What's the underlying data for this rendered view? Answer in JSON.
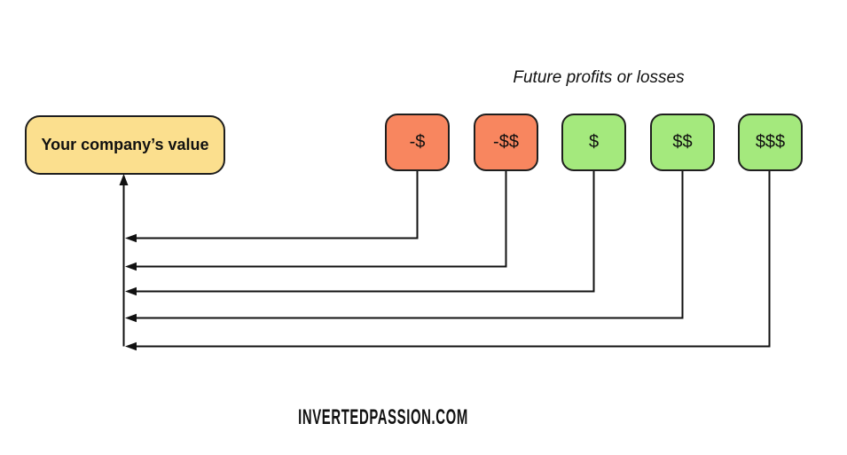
{
  "title": "Future profits or losses",
  "value_box": {
    "label": "Your company’s value",
    "fill": "#FBDF8E"
  },
  "profit_boxes": [
    {
      "label": "-$",
      "kind": "loss",
      "fill": "#F8865F"
    },
    {
      "label": "-$$",
      "kind": "loss",
      "fill": "#F8865F"
    },
    {
      "label": "$",
      "kind": "profit",
      "fill": "#A4E97D"
    },
    {
      "label": "$$",
      "kind": "profit",
      "fill": "#A4E97D"
    },
    {
      "label": "$$$",
      "kind": "profit",
      "fill": "#A4E97D"
    }
  ],
  "footer": "INVERTEDPASSION.COM",
  "colors": {
    "background": "#FFFFFF",
    "arrow": "#111111",
    "box_border": "#1E1E1E",
    "text": "#111111",
    "loss_fill": "#F8865F",
    "profit_fill": "#A4E97D",
    "value_fill": "#FBDF8E"
  }
}
